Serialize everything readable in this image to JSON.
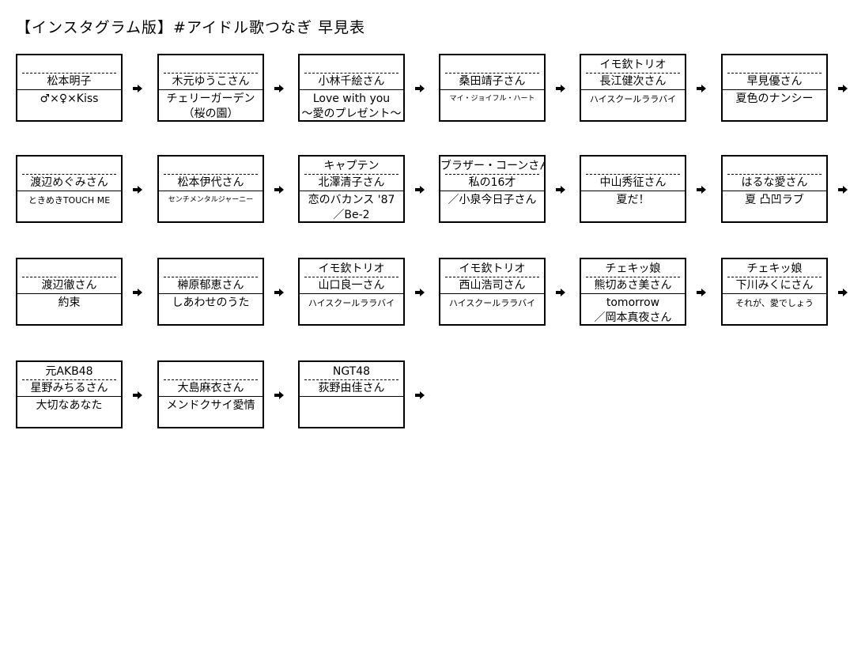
{
  "title": "【インスタグラム版】#アイドル歌つなぎ 早見表",
  "rows": [
    [
      {
        "group": "",
        "name": "松本明子",
        "song": "♂×♀×Kiss"
      },
      {
        "group": "",
        "name": "木元ゆうこさん",
        "song": "チェリーガーデン\n（桜の園）"
      },
      {
        "group": "",
        "name": "小林千絵さん",
        "song": "Love with you\n〜愛のプレゼント〜"
      },
      {
        "group": "",
        "name": "桑田靖子さん",
        "song": "マイ・ジョイフル・ハート",
        "songSize": "s9"
      },
      {
        "group": "イモ欽トリオ",
        "name": "長江健次さん",
        "song": "ハイスクールララバイ",
        "songSize": "s11"
      },
      {
        "group": "",
        "name": "早見優さん",
        "song": "夏色のナンシー"
      }
    ],
    [
      {
        "group": "",
        "name": "渡辺めぐみさん",
        "song": "ときめきTOUCH ME",
        "songSize": "s11"
      },
      {
        "group": "",
        "name": "松本伊代さん",
        "song": "センチメンタルジャーニー",
        "songSize": "s9"
      },
      {
        "group": "キャプテン",
        "name": "北澤清子さん",
        "song": "恋のバカンス '87\n／Be-2"
      },
      {
        "group": "ブラザー・コーンさん",
        "groupSize": "s11",
        "name": "私の16才",
        "song": "／小泉今日子さん"
      },
      {
        "group": "",
        "name": "中山秀征さん",
        "song": "夏だ！"
      },
      {
        "group": "",
        "name": "はるな愛さん",
        "song": "夏 凸凹ラブ"
      }
    ],
    [
      {
        "group": "",
        "name": "渡辺徹さん",
        "song": "約束"
      },
      {
        "group": "",
        "name": "榊原郁恵さん",
        "song": "しあわせのうた"
      },
      {
        "group": "イモ欽トリオ",
        "name": "山口良一さん",
        "song": "ハイスクールララバイ",
        "songSize": "s11"
      },
      {
        "group": "イモ欽トリオ",
        "name": "西山浩司さん",
        "song": "ハイスクールララバイ",
        "songSize": "s11"
      },
      {
        "group": "チェキッ娘",
        "name": "熊切あさ美さん",
        "song": "tomorrow\n／岡本真夜さん"
      },
      {
        "group": "チェキッ娘",
        "name": "下川みくにさん",
        "song": "それが、愛でしょう",
        "songSize": "s11"
      }
    ],
    [
      {
        "group": "元AKB48",
        "name": "星野みちるさん",
        "song": "大切なあなた"
      },
      {
        "group": "",
        "name": "大島麻衣さん",
        "song": "メンドクサイ愛情"
      },
      {
        "group": "NGT48",
        "name": "荻野由佳さん",
        "song": ""
      }
    ]
  ]
}
